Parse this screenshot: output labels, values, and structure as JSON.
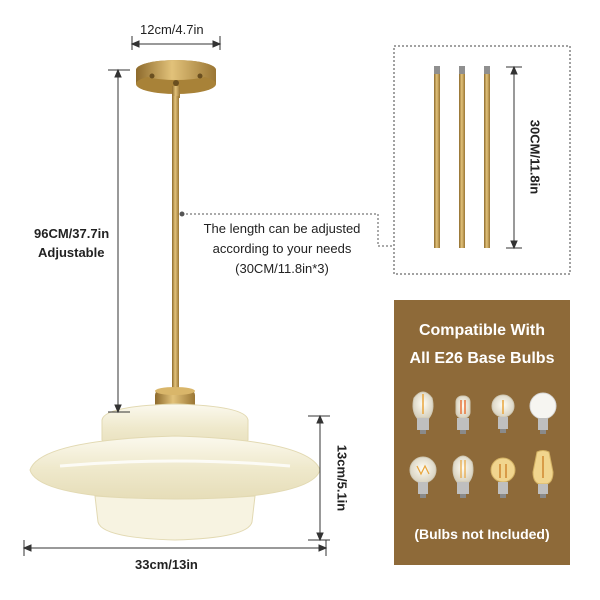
{
  "dimensions": {
    "canopy_width": "12cm/4.7in",
    "total_length": "96CM/37.7in",
    "adjustable": "Adjustable",
    "rod_length": "30CM/11.8in",
    "shade_height": "13cm/5.1in",
    "shade_width": "33cm/13in"
  },
  "callout": {
    "line1": "The length can be adjusted",
    "line2": "according to your needs",
    "line3": "(30CM/11.8in*3)"
  },
  "compatibility": {
    "title_line1": "Compatible With",
    "title_line2": "All E26 Base Bulbs",
    "footnote": "(Bulbs not Included)"
  },
  "colors": {
    "brass": "#c4a052",
    "panel": "#8e6a39",
    "glass": "#f3efd9"
  },
  "icons": [
    "led-filament-bulb-icon",
    "tubular-bulb-icon",
    "a19-bulb-icon",
    "frosted-globe-bulb-icon",
    "st-edison-bulb-icon"
  ]
}
